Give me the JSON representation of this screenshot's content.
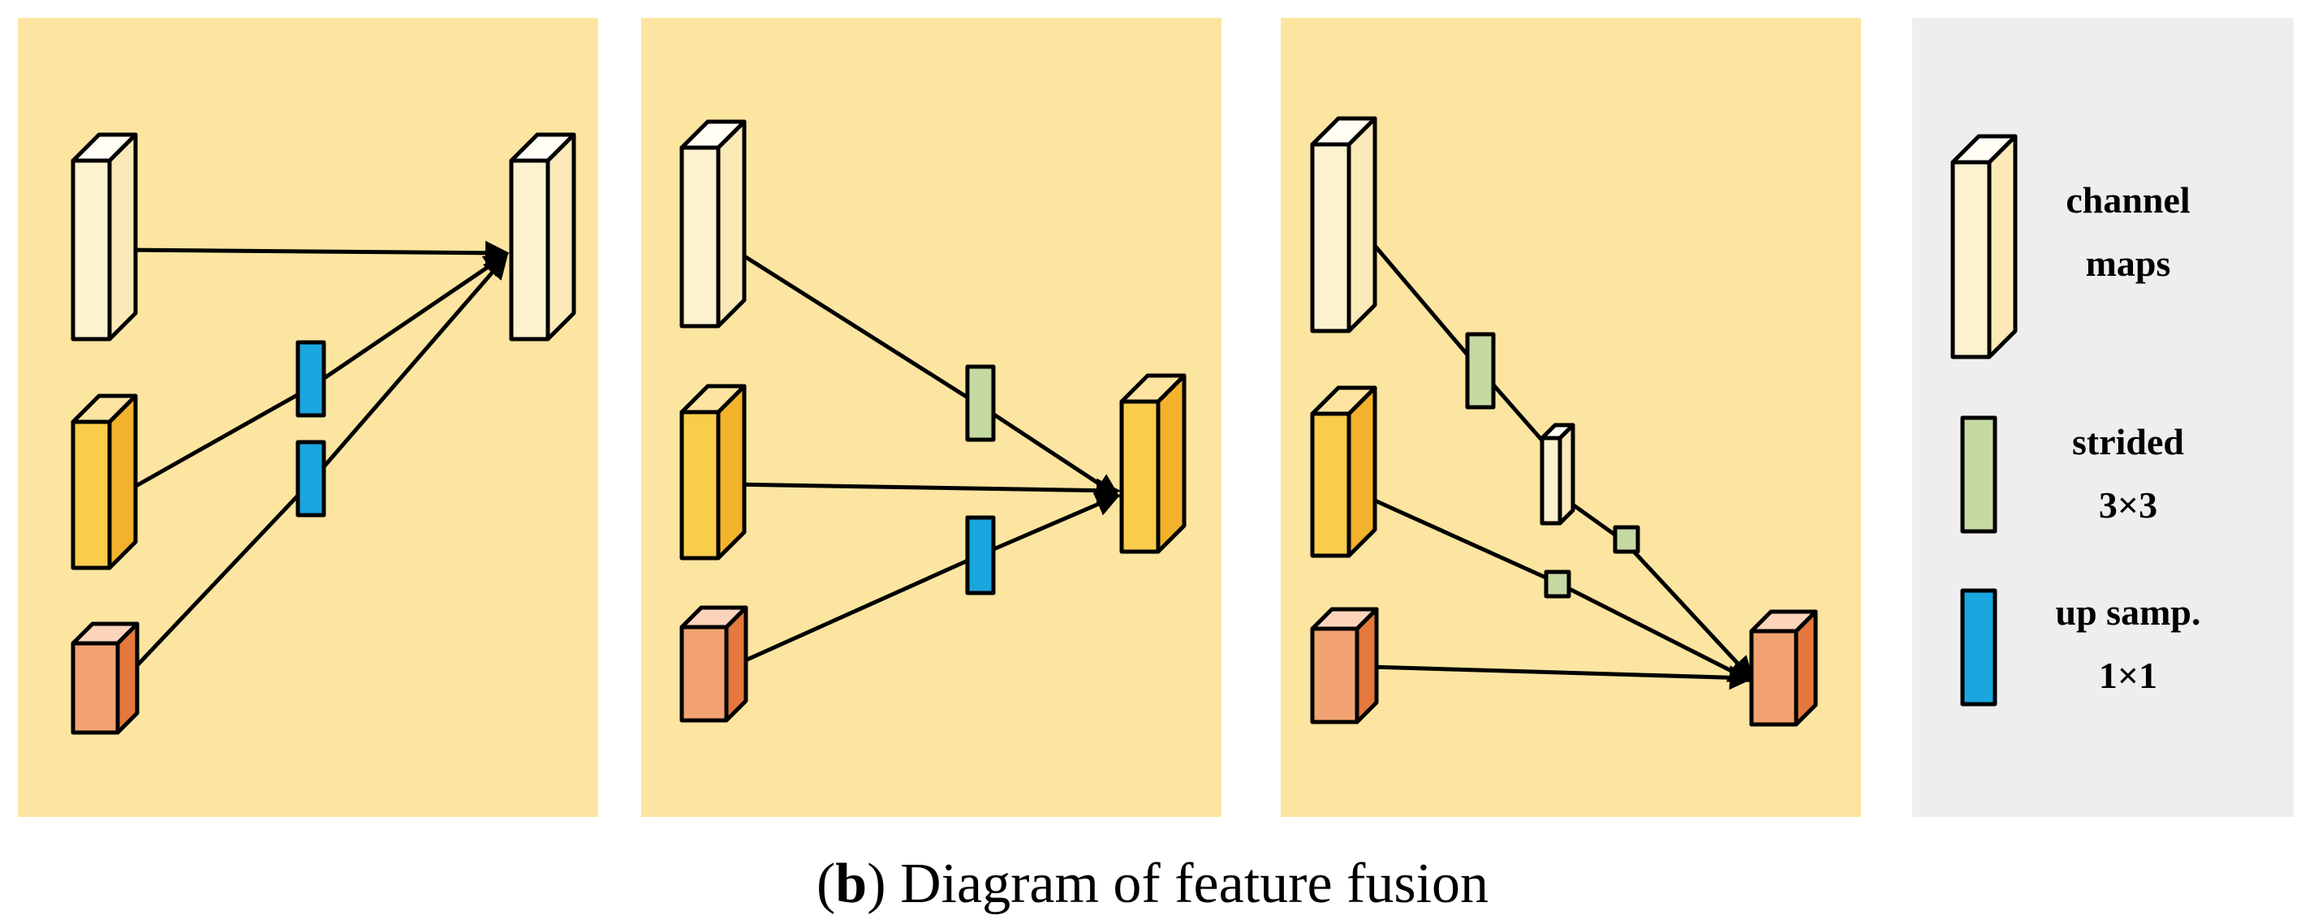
{
  "colors": {
    "panel_background": "#fce5a1",
    "legend_background": "#eeeeee",
    "channel_map_white": "#fdf2d0",
    "channel_map_yellow": "#f9cc4b",
    "channel_map_orange": "#f2a371",
    "strided_3x3": "#c5d9a3",
    "up_samp_1x1": "#1aa6de",
    "stroke": "#000000"
  },
  "legend": {
    "channel_maps": [
      "channel",
      "maps"
    ],
    "strided": [
      "strided",
      "3×3"
    ],
    "up_samp": [
      "up samp.",
      "1×1"
    ]
  },
  "caption": {
    "label": "b",
    "text": "Diagram of feature fusion"
  }
}
